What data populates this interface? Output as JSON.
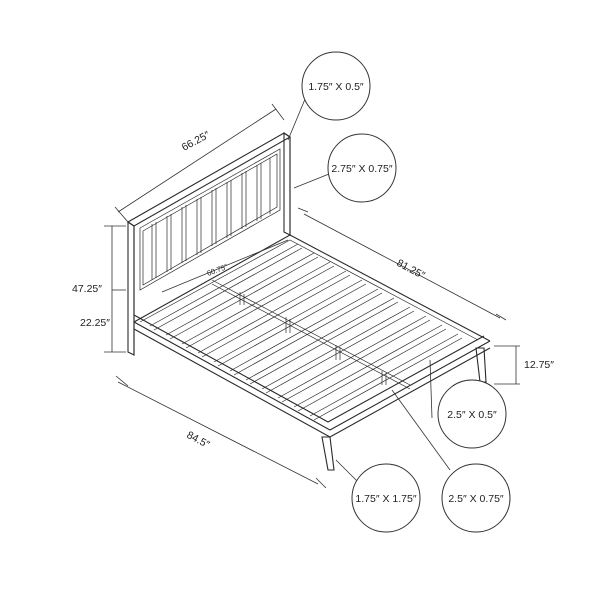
{
  "dimensions": {
    "headboard_width": "66.25″",
    "overall_length": "81.25″",
    "overall_height": "47.25″",
    "rail_height": "22.25″",
    "inner_width": "60.75″",
    "overall_width": "84.5″",
    "leg_height": "12.75″"
  },
  "callouts": {
    "headboard_post": "1.75″ X 0.5″",
    "headboard_rail": "2.75″ X 0.75″",
    "slat": "2.5″ X 0.5″",
    "leg": "1.75″ X 1.75″",
    "side_rail": "2.5″ X 0.75″"
  },
  "colors": {
    "line": "#2a2a2a",
    "background": "#ffffff"
  }
}
